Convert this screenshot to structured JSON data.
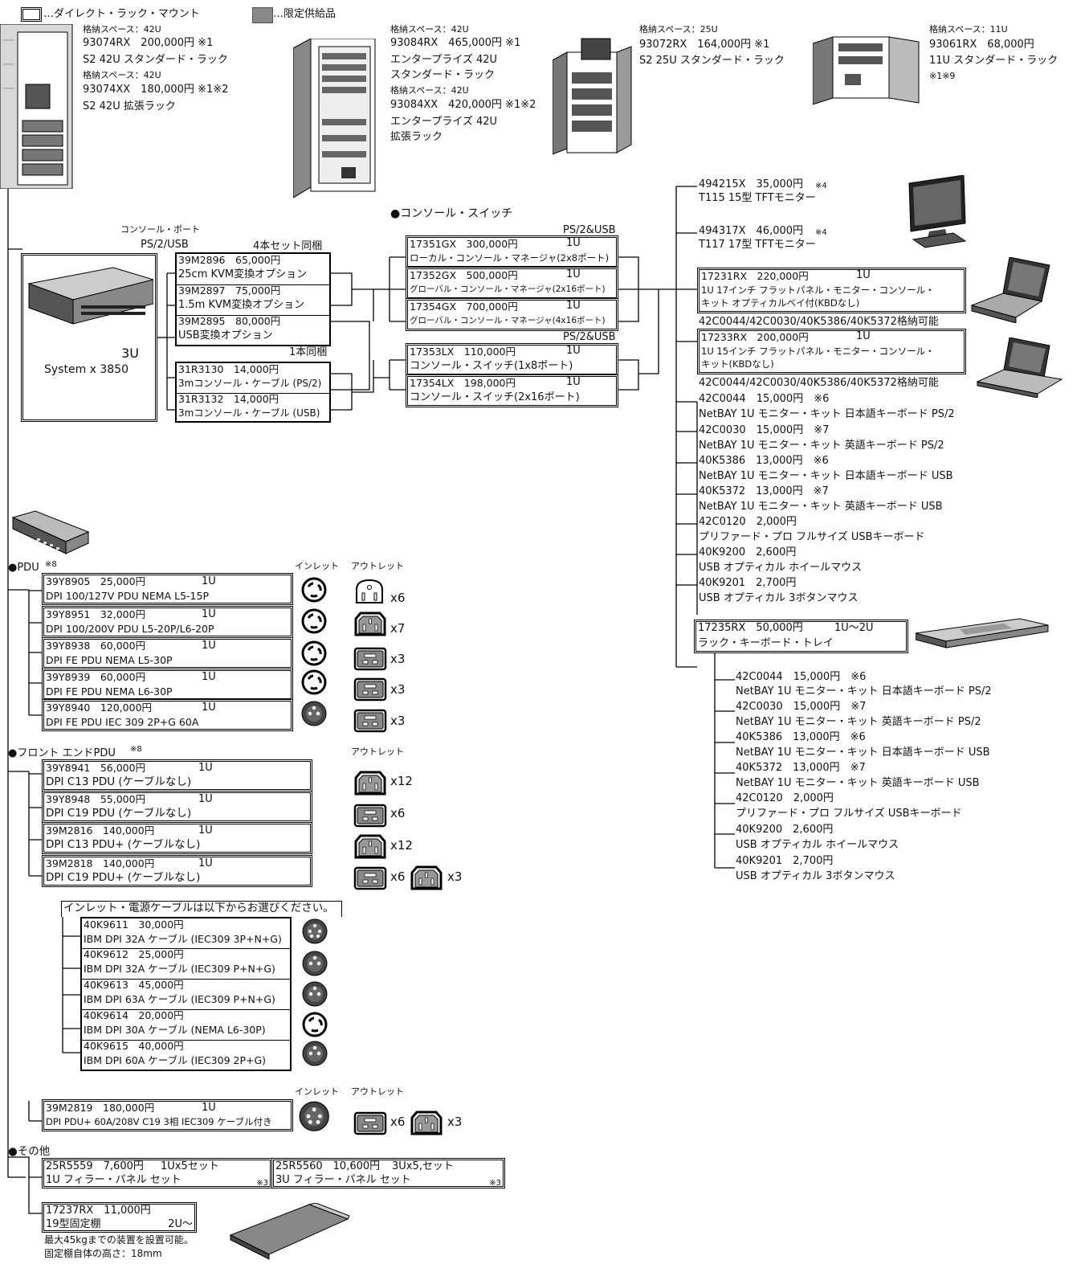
{
  "legend": {
    "direct": "…ダイレクト・ラック・マウント",
    "limited": "…限定供給品"
  },
  "racks": {
    "r42": {
      "lines": [
        "格納スペース：42U",
        "93074RX　200,000円 ※1",
        "S2 42U スタンダード・ラック",
        "格納スペース：42U",
        "93074XX　180,000円 ※1※2",
        "S2 42U 拡張ラック"
      ]
    },
    "e42": {
      "lines": [
        "格納スペース：42U",
        "93084RX　465,000円 ※1",
        "エンタープライズ 42U",
        "スタンダード・ラック",
        "格納スペース：42U",
        "93084XX　420,000円 ※1※2",
        "エンタープライズ 42U",
        "拡張ラック"
      ]
    },
    "r25": {
      "lines": [
        "格納スペース：25U",
        "93072RX　164,000円 ※1",
        "S2 25U スタンダード・ラック"
      ]
    },
    "r11": {
      "lines": [
        "格納スペース：11U",
        "93061RX　68,000円",
        "11U スタンダード・ラック",
        "※1※9"
      ]
    }
  },
  "server": {
    "ports_label": "コンソール・ポート",
    "ports": "PS/2/USB",
    "size": "3U",
    "name": "System x 3850"
  },
  "kvm": {
    "header1": "4本セット同梱",
    "header2": "1本同梱",
    "opts": [
      {
        "id": "39M2896　65,000円",
        "name": "25cm KVM変換オプション"
      },
      {
        "id": "39M2897　75,000円",
        "name": "1.5m KVM変換オプション"
      },
      {
        "id": "39M2895　80,000円",
        "name": "USB変換オプション"
      }
    ],
    "cables": [
      {
        "id": "31R3130　14,000円",
        "name": "3mコンソール・ケーブル (PS/2)"
      },
      {
        "id": "31R3132　14,000円",
        "name": "3mコンソール・ケーブル (USB)"
      }
    ]
  },
  "console_switch": {
    "title": "●コンソール・スイッチ",
    "tag": "PS/2&USB",
    "managers": [
      {
        "id": "17351GX　300,000円",
        "u": "1U",
        "name": "ローカル・コンソール・マネージャ(2x8ポート)"
      },
      {
        "id": "17352GX　500,000円",
        "u": "1U",
        "name": "グローバル・コンソール・マネージャ(2x16ポート)"
      },
      {
        "id": "17354GX　700,000円",
        "u": "1U",
        "name": "グローバル・コンソール・マネージャ(4x16ポート)"
      }
    ],
    "switches": [
      {
        "id": "17353LX　110,000円",
        "u": "1U",
        "name": "コンソール・スイッチ(1x8ポート)"
      },
      {
        "id": "17354LX　198,000円",
        "u": "1U",
        "name": "コンソール・スイッチ(2x16ポート)"
      }
    ]
  },
  "monitors": [
    {
      "id": "494215X　35,000円",
      "note": "※4",
      "name": "T115 15型 TFTモニター"
    },
    {
      "id": "494317X　46,000円",
      "note": "※4",
      "name": "T117 17型 TFTモニター"
    }
  ],
  "flat_panels": [
    {
      "id": "17231RX　220,000円",
      "u": "1U",
      "name1": "1U 17インチ フラットパネル・モニター・コンソール・",
      "name2": "キット オプティカルベイ付(KBDなし)",
      "note": "42C0044/42C0030/40K5386/40K5372格納可能"
    },
    {
      "id": "17233RX　200,000円",
      "u": "1U",
      "name1": "1U 15インチ フラットパネル・モニター・コンソール・",
      "name2": "キット(KBDなし)",
      "note": "42C0044/42C0030/40K5386/40K5372格納可能"
    }
  ],
  "kb_list_a": [
    {
      "id": "42C0044　15,000円　※6",
      "name": "NetBAY 1U モニター・キット 日本語キーボード PS/2"
    },
    {
      "id": "42C0030　15,000円　※7",
      "name": "NetBAY 1U モニター・キット 英語キーボード PS/2"
    },
    {
      "id": "40K5386　13,000円　※6",
      "name": "NetBAY 1U モニター・キット 日本語キーボード USB"
    },
    {
      "id": "40K5372　13,000円　※7",
      "name": "NetBAY 1U モニター・キット 英語キーボード USB"
    },
    {
      "id": "42C0120　2,000円",
      "name": "プリファード・プロ フルサイズ USBキーボード"
    },
    {
      "id": "40K9200　2,600円",
      "name": "USB オプティカル ホイールマウス"
    },
    {
      "id": "40K9201　2,700円",
      "name": "USB オプティカル 3ボタンマウス"
    }
  ],
  "tray": {
    "id": "17235RX　50,000円",
    "u": "1U～2U",
    "name": "ラック・キーボード・トレイ"
  },
  "kb_list_b": [
    {
      "id": "42C0044　15,000円　※6",
      "name": "NetBAY 1U モニター・キット 日本語キーボード PS/2"
    },
    {
      "id": "42C0030　15,000円　※7",
      "name": "NetBAY 1U モニター・キット 英語キーボード PS/2"
    },
    {
      "id": "40K5386　13,000円　※6",
      "name": "NetBAY 1U モニター・キット 日本語キーボード USB"
    },
    {
      "id": "40K5372　13,000円　※7",
      "name": "NetBAY 1U モニター・キット 英語キーボード USB"
    },
    {
      "id": "42C0120　2,000円",
      "name": "プリファード・プロ フルサイズ USBキーボード"
    },
    {
      "id": "40K9200　2,600円",
      "name": "USB オプティカル ホイールマウス"
    },
    {
      "id": "40K9201　2,700円",
      "name": "USB オプティカル 3ボタンマウス"
    }
  ],
  "pdu": {
    "title": "●PDU",
    "note": "※8",
    "inlet_label": "インレット",
    "outlet_label": "アウトレット",
    "items": [
      {
        "id": "39Y8905　25,000円",
        "u": "1U",
        "name": "DPI 100/127V PDU NEMA L5-15P",
        "inlet": "nema-twist-icon",
        "outlet": "nema515-outlet-icon",
        "count": "x6"
      },
      {
        "id": "39Y8951　32,000円",
        "u": "1U",
        "name": "DPI 100/200V PDU L5-20P/L6-20P",
        "inlet": "nema-twist-icon",
        "outlet": "c13-outlet-icon",
        "count": "x7"
      },
      {
        "id": "39Y8938　60,000円",
        "u": "1U",
        "name": "DPI FE PDU NEMA L5-30P",
        "inlet": "nema-twist-icon",
        "outlet": "c19-outlet-icon",
        "count": "x3"
      },
      {
        "id": "39Y8939　60,000円",
        "u": "1U",
        "name": "DPI FE PDU NEMA L6-30P",
        "inlet": "nema-twist-icon",
        "outlet": "c19-outlet-icon",
        "count": "x3"
      },
      {
        "id": "39Y8940　120,000円",
        "u": "1U",
        "name": "DPI FE PDU IEC 309 2P+G 60A",
        "inlet": "iec309-icon",
        "outlet": "c19-outlet-icon",
        "count": "x3"
      }
    ]
  },
  "fe_pdu": {
    "title": "●フロント エンドPDU",
    "note": "※8",
    "outlet_label": "アウトレット",
    "items": [
      {
        "id": "39Y8941　56,000円",
        "u": "1U",
        "name": "DPI C13 PDU (ケーブルなし)",
        "count": "x12"
      },
      {
        "id": "39Y8948　55,000円",
        "u": "1U",
        "name": "DPI C19 PDU (ケーブルなし)",
        "count": "x6"
      },
      {
        "id": "39M2816　140,000円",
        "u": "1U",
        "name": "DPI C13 PDU+ (ケーブルなし)",
        "count": "x12"
      },
      {
        "id": "39M2818　140,000円",
        "u": "1U",
        "name": "DPI C19 PDU+ (ケーブルなし)",
        "count": "x6",
        "count2": "x3"
      }
    ]
  },
  "inlet_cables": {
    "title": "インレット・電源ケーブルは以下からお選びください。",
    "items": [
      {
        "id": "40K9611　30,000円",
        "name": "IBM DPI 32A ケーブル (IEC309 3P+N+G)"
      },
      {
        "id": "40K9612　25,000円",
        "name": "IBM DPI 32A ケーブル (IEC309 P+N+G)"
      },
      {
        "id": "40K9613　45,000円",
        "name": "IBM DPI 63A ケーブル (IEC309 P+N+G)"
      },
      {
        "id": "40K9614　20,000円",
        "name": "IBM DPI 30A ケーブル (NEMA L6-30P)"
      },
      {
        "id": "40K9615　40,000円",
        "name": "IBM DPI 60A ケーブル (IEC309 2P+G)"
      }
    ]
  },
  "pdu3": {
    "inlet_label": "インレット",
    "outlet_label": "アウトレット",
    "id": "39M2819　180,000円",
    "u": "1U",
    "name": "DPI PDU+ 60A/208V C19 3相 IEC309 ケーブル付き",
    "count": "x6",
    "count2": "x3"
  },
  "other": {
    "title": "●その他",
    "f1": {
      "id": "25R5559　7,600円",
      "u": "1Ux5セット",
      "name": "1U フィラー・パネル セット",
      "note": "※3"
    },
    "f2": {
      "id": "25R5560　10,600円",
      "u": "3Ux5,セット",
      "name": "3U フィラー・パネル セット",
      "note": "※3"
    },
    "shelf": {
      "id": "17237RX　11,000円",
      "name": "19型固定棚",
      "u": "2U～",
      "desc1": "最大45kgまでの装置を設置可能。",
      "desc2": "固定棚自体の高さ：18mm"
    }
  }
}
